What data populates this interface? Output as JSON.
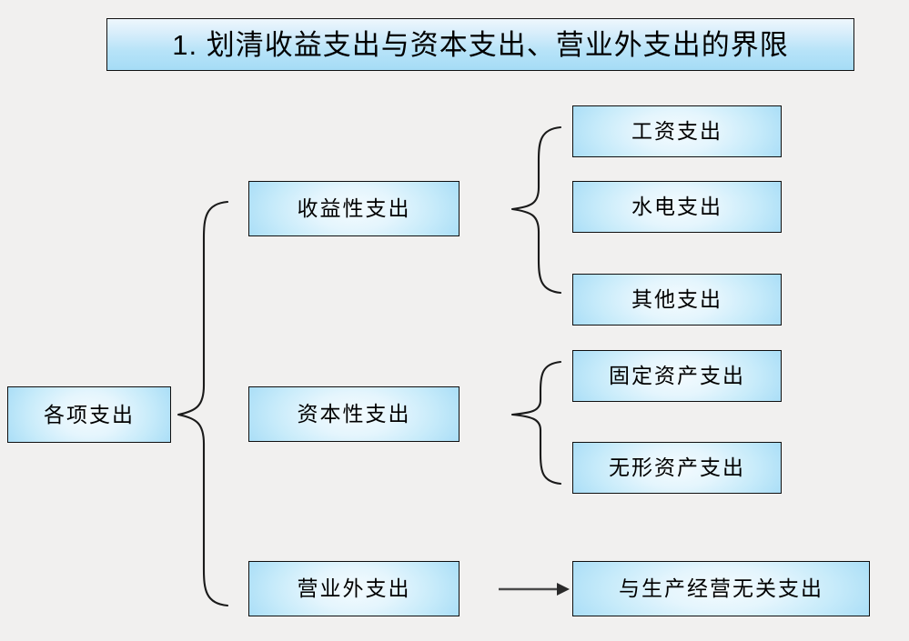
{
  "title": {
    "text": "1. 划清收益支出与资本支出、营业外支出的界限"
  },
  "diagram": {
    "type": "tree-bracket-diagram",
    "root": {
      "label": "各项支出"
    },
    "branches": [
      {
        "label": "收益性支出",
        "children": [
          {
            "label": "工资支出"
          },
          {
            "label": "水电支出"
          },
          {
            "label": "其他支出"
          }
        ]
      },
      {
        "label": "资本性支出",
        "children": [
          {
            "label": "固定资产支出"
          },
          {
            "label": "无形资产支出"
          }
        ]
      },
      {
        "label": "营业外支出",
        "children": [
          {
            "label": "与生产经营无关支出"
          }
        ]
      }
    ]
  },
  "colors": {
    "background": "#f1f0ef",
    "box_border": "#0f0f0f",
    "box_fill_light": "#f4fbfe",
    "box_fill_mid": "#c7ebfa",
    "box_fill_edge": "#a6dcf6",
    "connector": "#1a1a1a",
    "text": "#000000"
  }
}
